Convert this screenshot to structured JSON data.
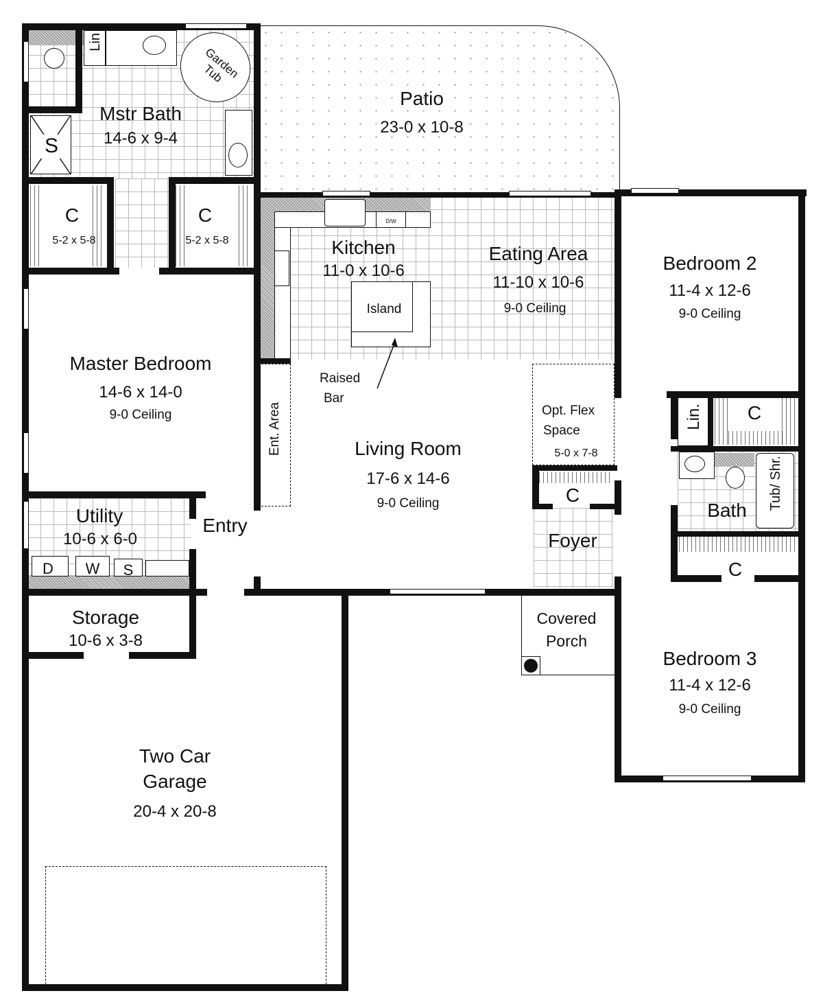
{
  "plan": {
    "rooms": {
      "patio": {
        "name": "Patio",
        "dim": "23-0 x 10-8"
      },
      "mstr_bath": {
        "name": "Mstr Bath",
        "dim": "14-6 x 9-4",
        "tub": "Garden Tub",
        "lin": "Lin",
        "shower": "S"
      },
      "closet_left": {
        "name": "C",
        "dim": "5-2 x 5-8"
      },
      "closet_right": {
        "name": "C",
        "dim": "5-2 x 5-8"
      },
      "kitchen": {
        "name": "Kitchen",
        "dim": "11-0 x 10-6",
        "island": "Island",
        "dw": "D/W"
      },
      "eating": {
        "name": "Eating Area",
        "dim": "11-10 x 10-6",
        "ceiling": "9-0 Ceiling"
      },
      "bedroom2": {
        "name": "Bedroom 2",
        "dim": "11-4 x 12-6",
        "ceiling": "9-0 Ceiling"
      },
      "master": {
        "name": "Master Bedroom",
        "dim": "14-6 x 14-0",
        "ceiling": "9-0 Ceiling"
      },
      "raised_bar": {
        "line1": "Raised",
        "line2": "Bar"
      },
      "ent_area": {
        "name": "Ent. Area"
      },
      "living": {
        "name": "Living Room",
        "dim": "17-6 x 14-6",
        "ceiling": "9-0 Ceiling"
      },
      "flex": {
        "line1": "Opt. Flex",
        "line2": "Space",
        "dim": "5-0 x 7-8"
      },
      "lin_hall": {
        "name": "Lin."
      },
      "closet_bed2": {
        "name": "C"
      },
      "bath": {
        "name": "Bath",
        "tub": "Tub/ Shr."
      },
      "closet_foyer": {
        "name": "C"
      },
      "foyer": {
        "name": "Foyer"
      },
      "closet_bed3": {
        "name": "C"
      },
      "utility": {
        "name": "Utility",
        "dim": "10-6 x 6-0",
        "d": "D",
        "w": "W",
        "s": "S"
      },
      "entry": {
        "name": "Entry"
      },
      "storage": {
        "name": "Storage",
        "dim": "10-6 x 3-8"
      },
      "porch": {
        "line1": "Covered",
        "line2": "Porch"
      },
      "bedroom3": {
        "name": "Bedroom 3",
        "dim": "11-4 x 12-6",
        "ceiling": "9-0 Ceiling"
      },
      "garage": {
        "line1": "Two Car",
        "line2": "Garage",
        "dim": "20-4 x 20-8"
      }
    }
  }
}
